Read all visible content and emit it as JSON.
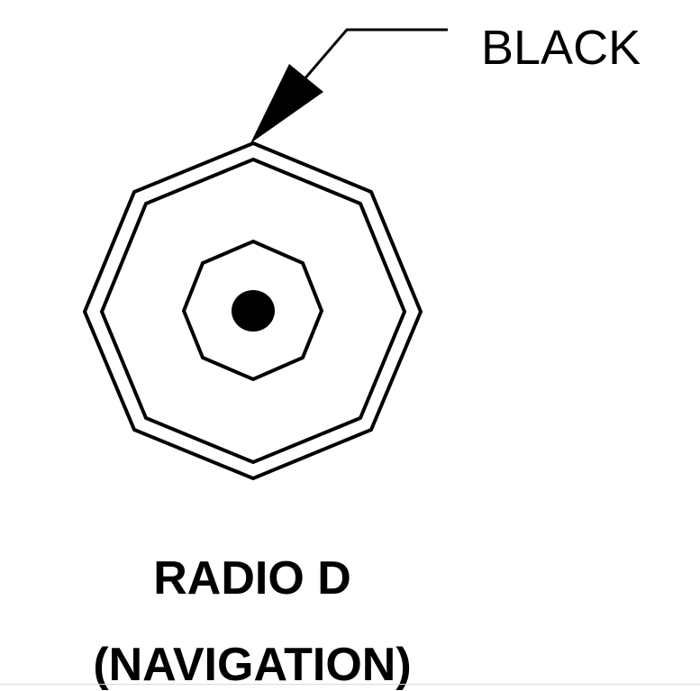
{
  "callout": {
    "label": "BLACK"
  },
  "caption": {
    "line1": "RADIO D",
    "line2": "(NAVIGATION)"
  },
  "colors": {
    "ink": "#000000",
    "background": "#ffffff"
  }
}
